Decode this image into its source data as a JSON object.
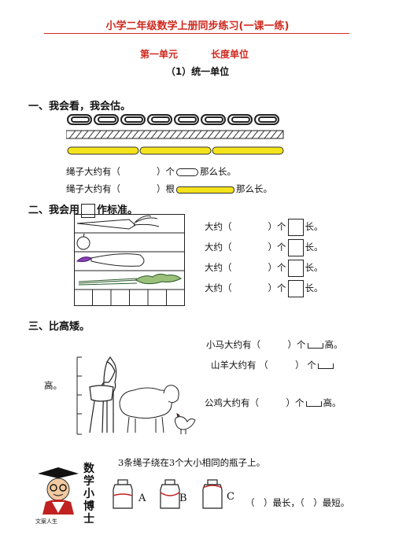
{
  "header": {
    "title": "小学二年级数学上册同步练习(一课一练)"
  },
  "unit": {
    "number": "第一单元",
    "name": "长度单位"
  },
  "lesson": {
    "title": "（1）统一单位"
  },
  "section1": {
    "title": "一、我会看，我会估。",
    "q1_prefix": "绳子大约有（　　　　）个",
    "q1_suffix": "那么长。",
    "q2_prefix": "绳子大约有（　　　　）根",
    "q2_suffix": "那么长。"
  },
  "section2": {
    "title_prefix": "二、我会用",
    "title_suffix": "作标准。",
    "rows": [
      {
        "prefix": "大约（　　　　）个",
        "suffix": "长。"
      },
      {
        "prefix": "大约（　　　　）个",
        "suffix": "长。"
      },
      {
        "prefix": "大约（　　　　）个",
        "suffix": "长。"
      },
      {
        "prefix": "大约（　　　　）个",
        "suffix": "长。"
      }
    ]
  },
  "section3": {
    "title": "三、比高矮。",
    "horse_prefix": "小马大约有（　　　）个",
    "horse_suffix": "高。",
    "goat_prefix": "山羊大约有 （　　　） 个",
    "goat_tail": "高。",
    "rooster_prefix": "公鸡大约有（　　　）个",
    "rooster_suffix": "高。"
  },
  "bonus": {
    "badge": [
      "数",
      "学",
      "小",
      "博",
      "士"
    ],
    "caption": "文案人生",
    "prompt": "3条绳子绕在3个大小相同的瓶子上。",
    "bottles": [
      "A",
      "B",
      "C"
    ],
    "answer": "（　）最长，（　）最短。"
  },
  "colors": {
    "accent": "#d0281e",
    "rope": "#f4e31a"
  }
}
